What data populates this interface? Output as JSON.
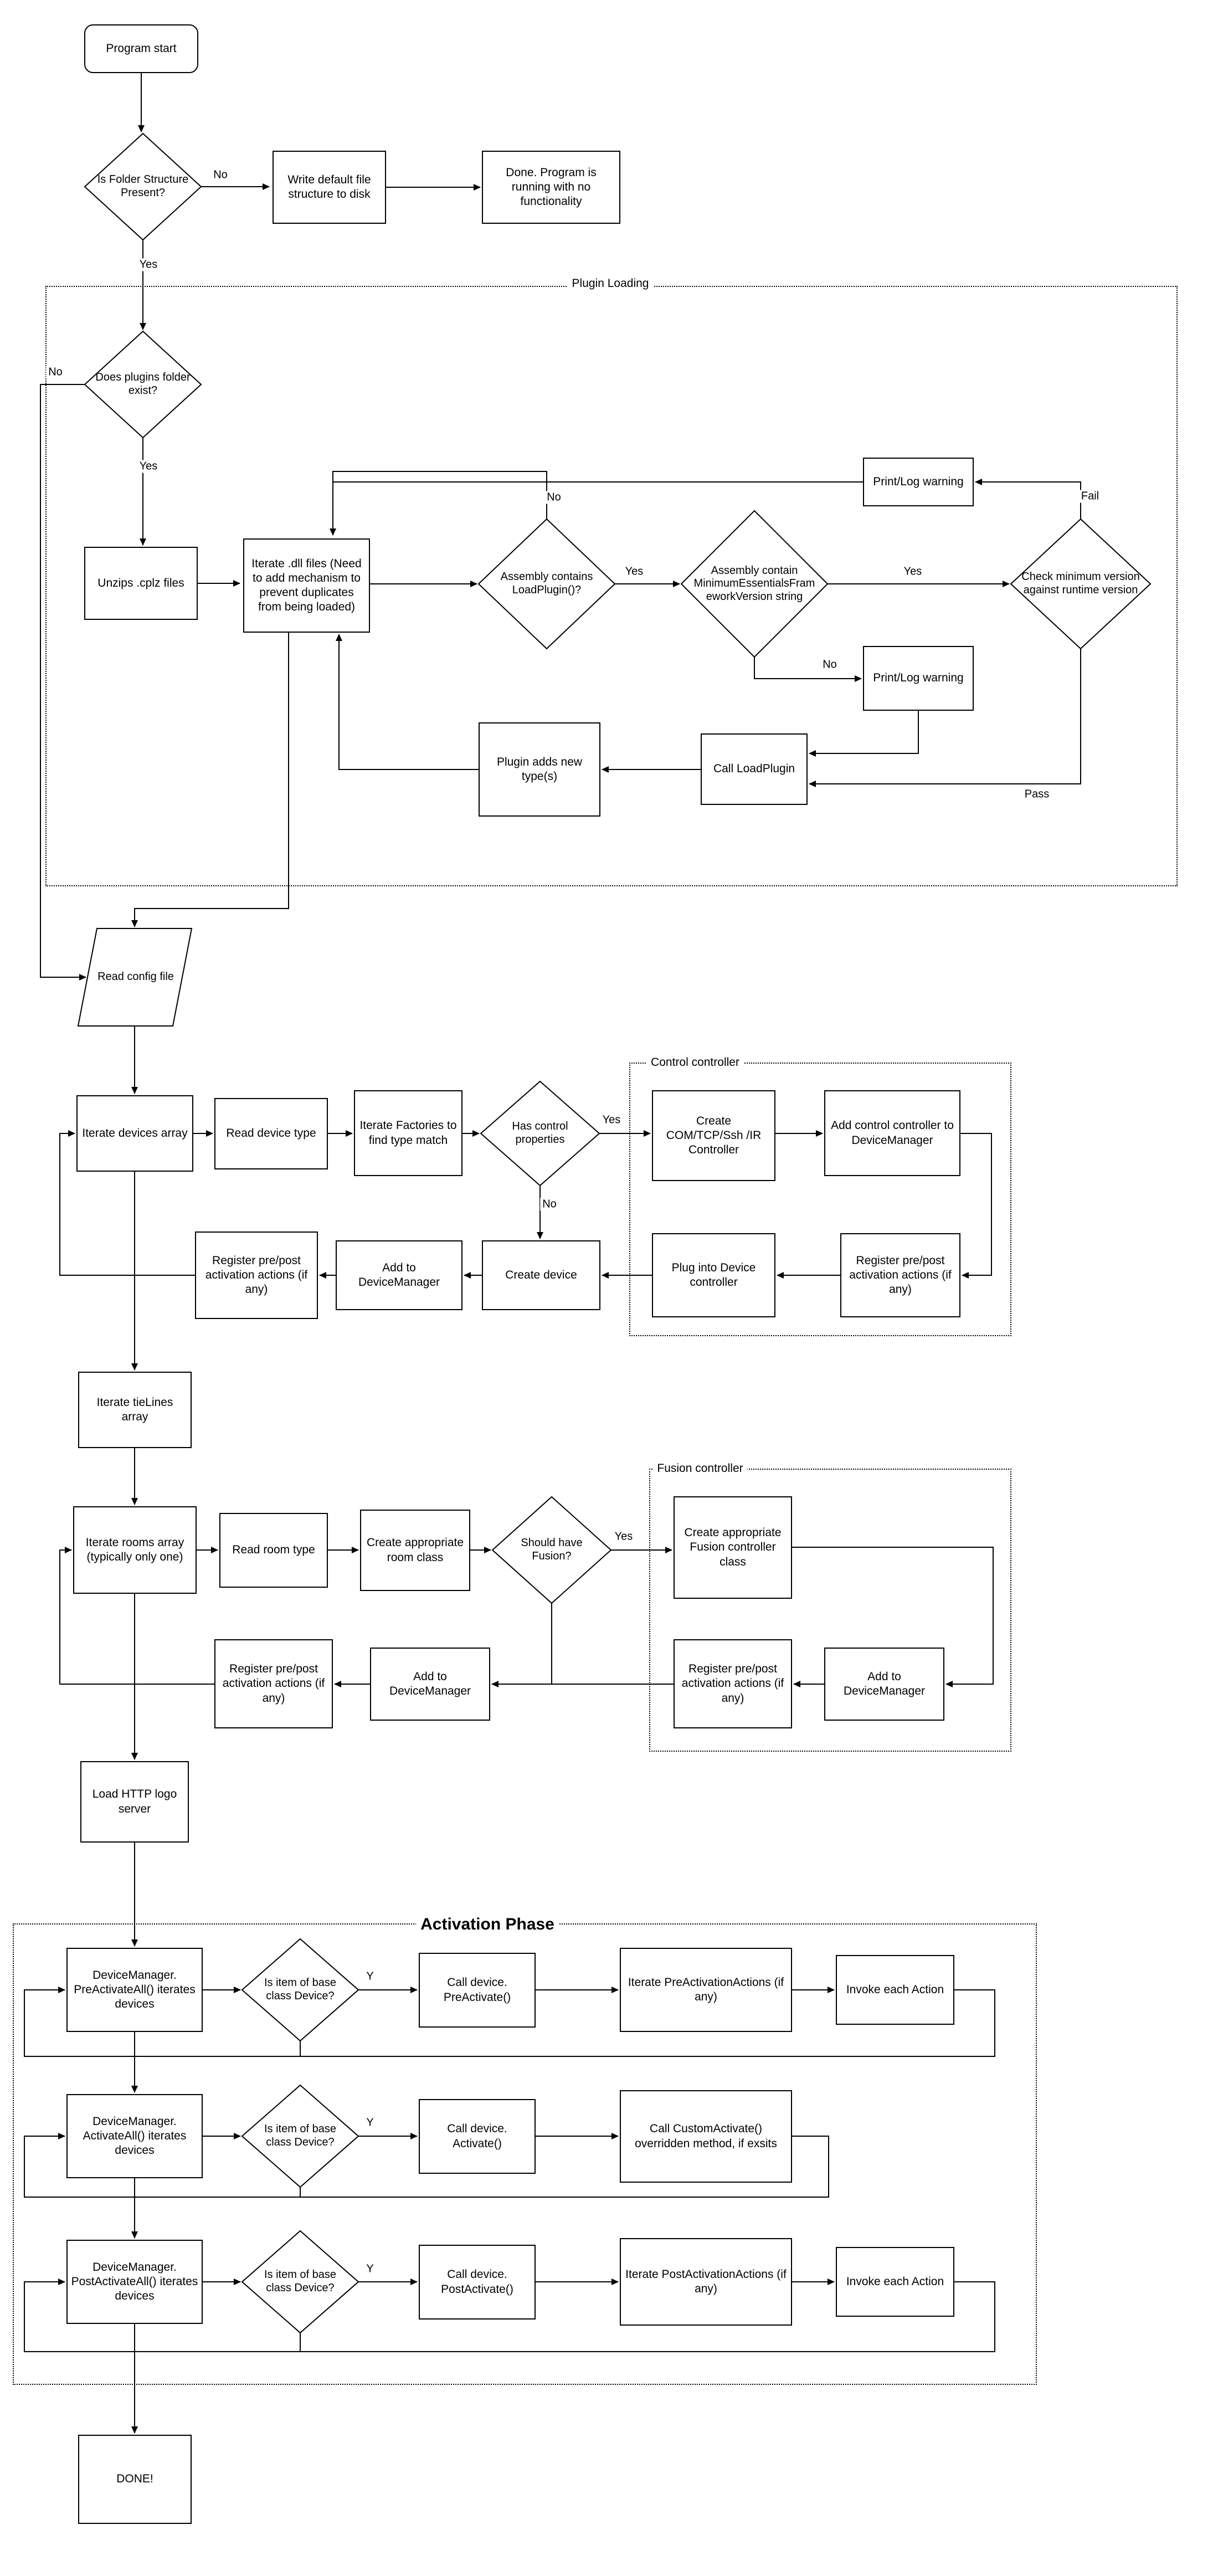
{
  "diagram": {
    "containers": {
      "plugin_loading": "Plugin Loading",
      "control_controller": "Control controller",
      "fusion_controller": "Fusion controller",
      "activation_phase": "Activation Phase"
    },
    "nodes": {
      "program_start": "Program start",
      "folder_check": "Is Folder Structure Present?",
      "write_default": "Write default file structure to disk",
      "done_nofunc": "Done.  Program is running with no functionality",
      "plugins_exist": "Does plugins folder exist?",
      "unzip": "Unzips .cplz files",
      "iterate_dll": "Iterate .dll files (Need to add mechanism to prevent duplicates from being loaded)",
      "asm_loadplugin": "Assembly contains LoadPlugin()?",
      "asm_version": "Assembly contain MinimumEssentialsFrameworkVersion string",
      "check_min": "Check minimum version against runtime version",
      "printlog_fail": "Print/Log warning",
      "printlog_no": "Print/Log warning",
      "call_loadplugin": "Call LoadPlugin",
      "plugin_adds": "Plugin adds new type(s)",
      "read_config": "Read config file",
      "iterate_devices": "Iterate devices array",
      "read_device_type": "Read device type",
      "iterate_factories": "Iterate Factories to find type match",
      "has_control": "Has control properties",
      "create_com": "Create COM/TCP/Ssh /IR Controller",
      "add_control_dm": "Add control controller to DeviceManager",
      "register_cc": "Register pre/post activation actions (if any)",
      "plug_into": "Plug into Device controller",
      "create_device": "Create device",
      "add_dm_dev": "Add to DeviceManager",
      "register_dev": "Register pre/post activation actions (if any)",
      "iterate_tielines": "Iterate tieLines array",
      "iterate_rooms": "Iterate rooms array (typically only one)",
      "read_room_type": "Read room type",
      "create_room": "Create appropriate room class",
      "should_fusion": "Should have Fusion?",
      "create_fusion": "Create appropriate Fusion controller class",
      "register_fusion": "Register pre/post activation actions (if any)",
      "add_dm_fusion": "Add to DeviceManager",
      "add_dm_room": "Add to DeviceManager",
      "register_room": "Register pre/post activation actions (if any)",
      "load_http": "Load HTTP logo server",
      "dm_pre": "DeviceManager. PreActivateAll() iterates devices",
      "is_item_1": "Is item of base class Device?",
      "call_pre": "Call device. PreActivate()",
      "iterate_preactions": "Iterate PreActivationActions (if any)",
      "invoke_1": "Invoke each Action",
      "dm_act": "DeviceManager. ActivateAll() iterates devices",
      "is_item_2": "Is item of base class Device?",
      "call_act": "Call device. Activate()",
      "call_custom": "Call CustomActivate() overridden method, if exsits",
      "dm_post": "DeviceManager. PostActivateAll() iterates devices",
      "is_item_3": "Is item of base class Device?",
      "call_post": "Call device. PostActivate()",
      "iterate_postactions": "Iterate PostActivationActions (if any)",
      "invoke_2": "Invoke each Action",
      "done": "DONE!"
    },
    "edge_labels": {
      "no_folder": "No",
      "yes_folder": "Yes",
      "no_plugins": "No",
      "yes_plugins": "Yes",
      "no_loadplugin": "No",
      "yes_loadplugin": "Yes",
      "yes_version": "Yes",
      "no_version": "No",
      "fail_check": "Fail",
      "pass_check": "Pass",
      "yes_control": "Yes",
      "no_control": "No",
      "yes_fusion": "Yes",
      "y_pre": "Y",
      "y_act": "Y",
      "y_post": "Y"
    }
  }
}
